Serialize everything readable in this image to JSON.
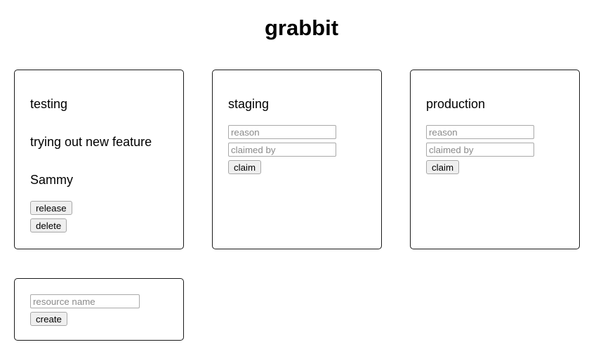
{
  "app": {
    "title": "grabbit"
  },
  "resources": [
    {
      "id": "testing",
      "name": "testing",
      "state": "claimed",
      "reason": "trying out new feature",
      "claimed_by": "Sammy",
      "release_label": "release",
      "delete_label": "delete"
    },
    {
      "id": "staging",
      "name": "staging",
      "state": "free",
      "reason_placeholder": "reason",
      "claimed_by_placeholder": "claimed by",
      "reason_value": "",
      "claimed_by_value": "",
      "claim_label": "claim"
    },
    {
      "id": "production",
      "name": "production",
      "state": "free",
      "reason_placeholder": "reason",
      "claimed_by_placeholder": "claimed by",
      "reason_value": "",
      "claimed_by_value": "",
      "claim_label": "claim"
    }
  ],
  "create_card": {
    "resource_name_placeholder": "resource name",
    "resource_name_value": "",
    "create_label": "create"
  },
  "colors": {
    "page_background": "#ffffff",
    "card_border": "#1a1a1a",
    "text": "#000000",
    "placeholder": "#8a8a8a",
    "button_face": "#efefef",
    "button_border": "#a8a8a8",
    "input_border": "#a9a9a9"
  }
}
